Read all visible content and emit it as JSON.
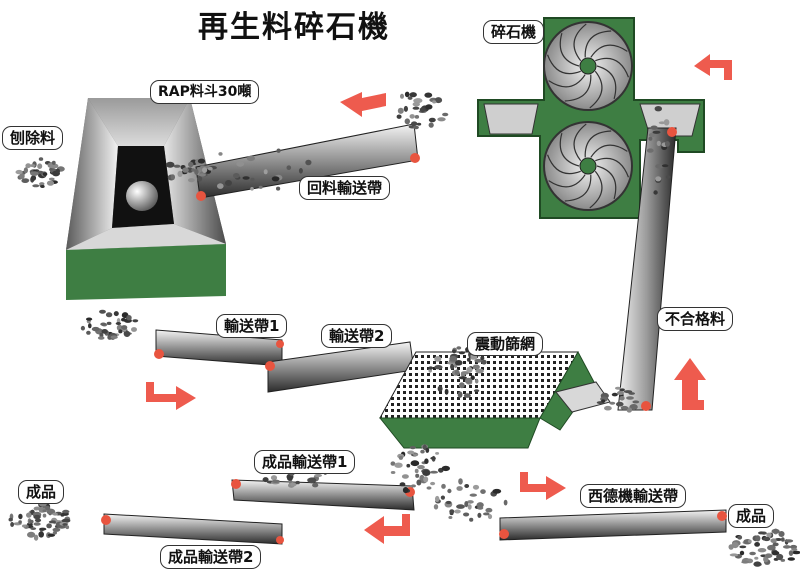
{
  "title": "再生料碎石機",
  "labels": {
    "crusher": "碎石機",
    "rap_hopper": "RAP料斗30噸",
    "milled_material": "刨除料",
    "return_conveyor": "回料輸送帶",
    "conveyor_1": "輸送帶1",
    "conveyor_2": "輸送帶2",
    "vibrating_screen": "震動篩網",
    "rejected_material": "不合格料",
    "product_conveyor_1": "成品輸送帶1",
    "product_conveyor_2": "成品輸送帶2",
    "product_left": "成品",
    "product_right": "成品",
    "side_conveyor": "西德機輸送帶"
  },
  "colors": {
    "machine_green": "#3e7e43",
    "arrow_red": "#ee5b4e",
    "roller_red": "#e8543f"
  }
}
